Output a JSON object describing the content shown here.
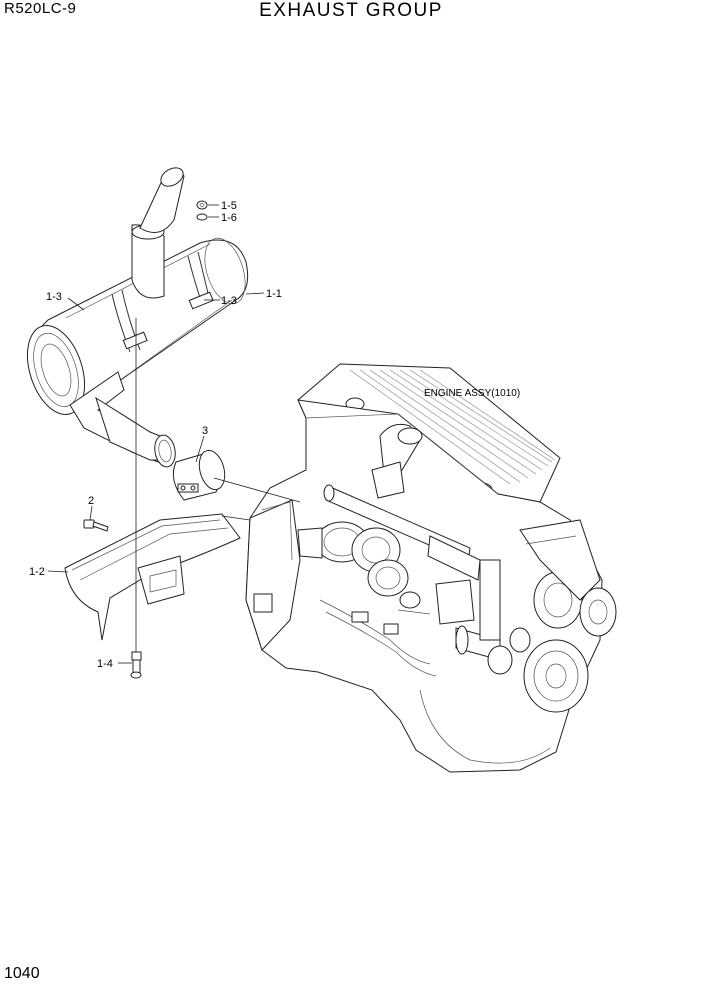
{
  "header": {
    "model": "R520LC-9",
    "title": "EXHAUST GROUP"
  },
  "footer": {
    "page_number": "1040"
  },
  "callouts": {
    "c_1_5": "1-5",
    "c_1_6": "1-6",
    "c_1_3a": "1-3",
    "c_1_3b": "1-3",
    "c_1_1": "1-1",
    "c_3": "3",
    "c_2": "2",
    "c_1_2": "1-2",
    "c_1_4": "1-4",
    "engine": "ENGINE ASSY(1010)"
  }
}
